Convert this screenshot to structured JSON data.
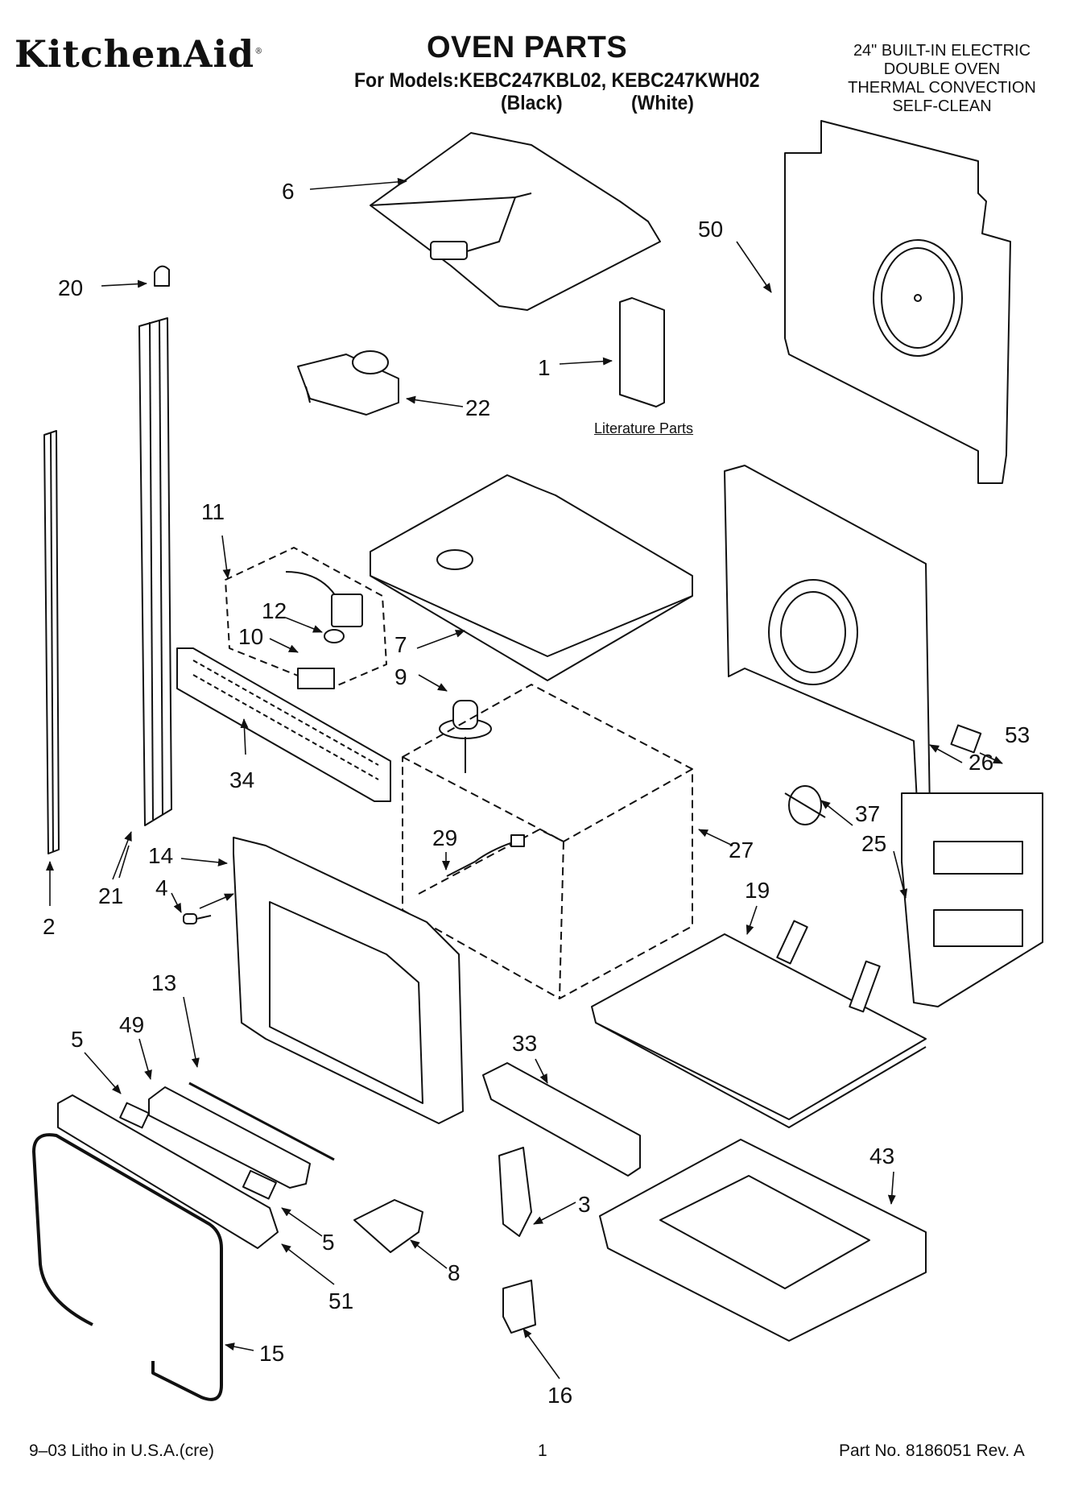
{
  "header": {
    "brand": "KitchenAid",
    "title": "OVEN PARTS",
    "models_line": "For Models:KEBC247KBL02, KEBC247KWH02",
    "variant_black": "(Black)",
    "variant_white": "(White)",
    "description": [
      "24\" BUILT-IN ELECTRIC",
      "DOUBLE OVEN",
      "THERMAL CONVECTION",
      "SELF-CLEAN"
    ]
  },
  "literature_label": "Literature Parts",
  "callouts": {
    "c1": "1",
    "c2": "2",
    "c3": "3",
    "c4": "4",
    "c5a": "5",
    "c5b": "5",
    "c6": "6",
    "c7": "7",
    "c8": "8",
    "c9": "9",
    "c10": "10",
    "c11": "11",
    "c12": "12",
    "c13": "13",
    "c14": "14",
    "c15": "15",
    "c16": "16",
    "c19": "19",
    "c20": "20",
    "c21": "21",
    "c22": "22",
    "c25": "25",
    "c26": "26",
    "c27": "27",
    "c29": "29",
    "c33": "33",
    "c34": "34",
    "c37": "37",
    "c43": "43",
    "c49": "49",
    "c50": "50",
    "c51": "51",
    "c53": "53"
  },
  "footer": {
    "left": "9–03 Litho in U.S.A.(cre)",
    "center": "1",
    "right": "Part No. 8186051 Rev. A"
  }
}
